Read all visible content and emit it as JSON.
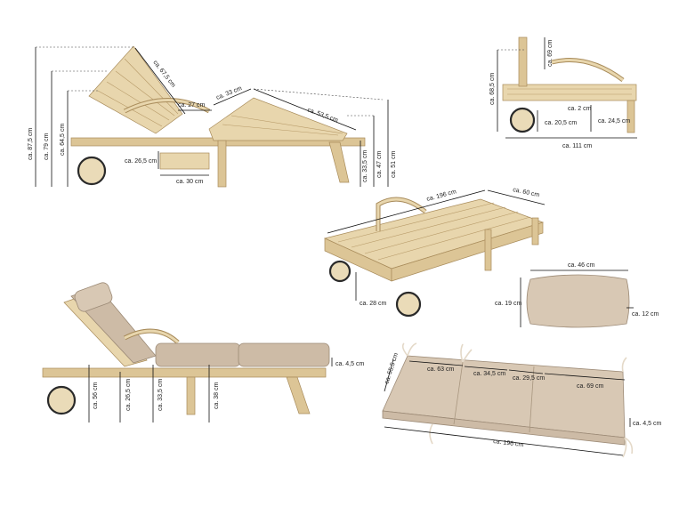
{
  "labels": {
    "side_height_total": "ca. 87,5 cm",
    "side_height_79": "ca. 79 cm",
    "side_height_64": "ca. 64,5 cm",
    "back_length": "ca. 67,5 cm",
    "gap_27": "ca. 27 cm",
    "mid_33": "ca. 33 cm",
    "seat_53": "ca. 53,5 cm",
    "table_26": "ca. 26,5 cm",
    "table_30": "ca. 30 cm",
    "h_33": "ca. 33,5 cm",
    "h_47": "ca. 47 cm",
    "h_51": "ca. 51 cm",
    "front_68": "ca. 68,5 cm",
    "front_69": "ca. 69 cm",
    "front_2": "ca. 2 cm",
    "front_20": "ca. 20,5 cm",
    "front_24": "ca. 24,5 cm",
    "front_111": "ca. 111 cm",
    "top_196": "ca. 196 cm",
    "top_60": "ca. 60 cm",
    "top_28": "ca. 28 cm",
    "pillow_46": "ca. 46 cm",
    "pillow_19": "ca. 19 cm",
    "pillow_12": "ca. 12 cm",
    "cush_4_5": "ca. 4,5 cm",
    "cush_56": "ca. 56 cm",
    "cush_26": "ca. 26,5 cm",
    "cush_33": "ca. 33,5 cm",
    "cush_38": "ca. 38 cm",
    "pad_55": "ca. 55,5 cm",
    "pad_63": "ca. 63 cm",
    "pad_34": "ca. 34,5 cm",
    "pad_29": "ca. 29,5 cm",
    "pad_69": "ca. 69 cm",
    "pad_4_5": "ca. 4,5 cm",
    "pad_196": "ca. 196 cm"
  }
}
